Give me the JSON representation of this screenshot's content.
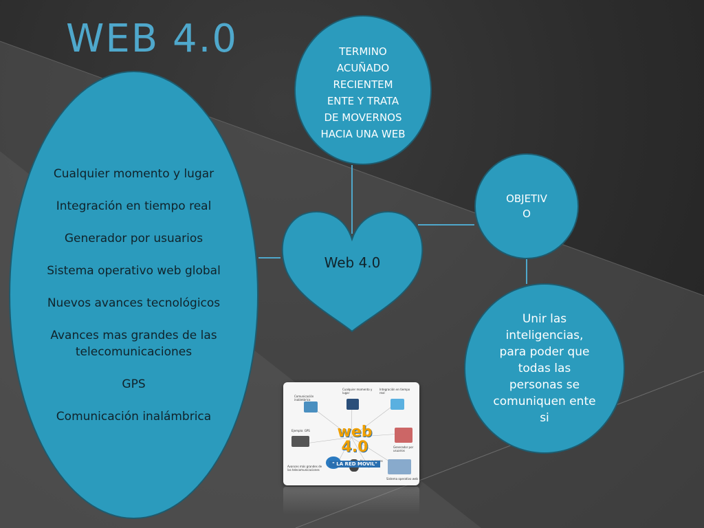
{
  "slide": {
    "title": "WEB 4.0"
  },
  "colors": {
    "node_fill": "#2b9bbd",
    "node_border": "#1e5b6e",
    "title": "#4fa8cc",
    "background": "#2c2c2c",
    "connector": "#4fa8cc"
  },
  "center": {
    "label": "Web 4.0"
  },
  "top_node": {
    "text": "TERMINO ACUÑADO RECIENTEM ENTE Y TRATA DE MOVERNOS HACIA UNA WEB"
  },
  "objective_node": {
    "text": "OBJETIV O"
  },
  "objective_detail": {
    "text": "Unir las inteligencias, para poder que todas las personas se comuniquen ente si"
  },
  "features": {
    "items": [
      "Cualquier momento y lugar",
      "Integración en tiempo real",
      "Generador por usuarios",
      "Sistema operativo web global",
      "Nuevos avances tecnológicos",
      "Avances mas grandes de las telecomunicaciones",
      "GPS",
      "Comunicación inalámbrica"
    ]
  },
  "thumbnail": {
    "logo_text": "web 4.0",
    "logo_sub": "\" LA RED MOVIL\"",
    "labels": [
      "Comunicación inalámbrica",
      "Cualquier momento y lugar",
      "Integración en tiempo real",
      "Ejemplo: GPS",
      "Generador por usuarios",
      "Nuevos avances tecnológicos",
      "Avances más grandes de las telecomunicaciones",
      "Sistema operativo web"
    ]
  }
}
